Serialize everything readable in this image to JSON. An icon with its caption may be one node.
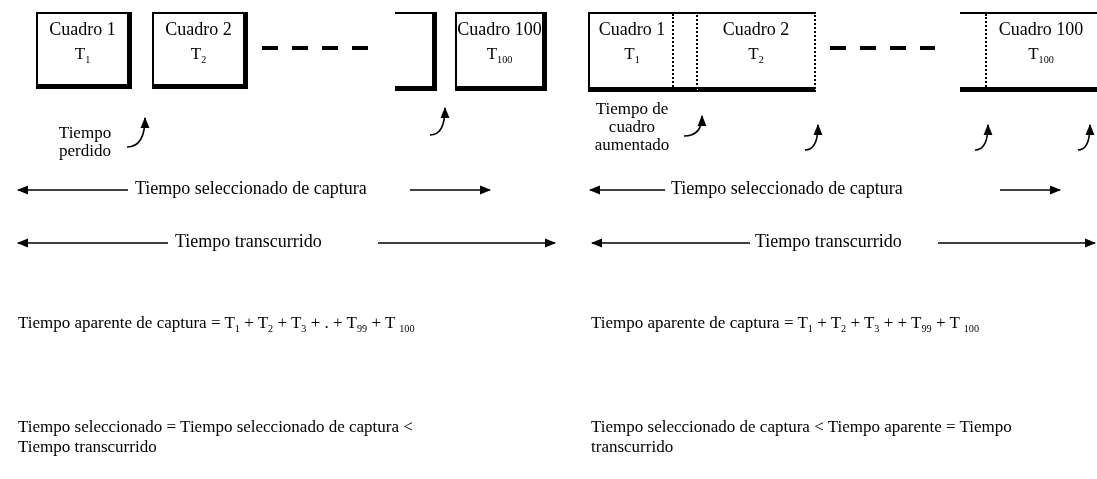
{
  "diagram": {
    "nodes": [
      {
        "text": [
          "Cuadro 1",
          "T$_{1}$"
        ]
      },
      {
        "text": [
          "Cuadro 2",
          "T$_{2}$"
        ]
      },
      {
        "text": [],
        "shape": "box"
      },
      {
        "text": [
          "Cuadro 100",
          "T$_{100}$"
        ]
      },
      {
        "text": [
          "Cuadro 1",
          "T$_{1}$"
        ]
      },
      {
        "text": [
          "Cuadro 2",
          "T$_{2}$"
        ]
      },
      {
        "text": [
          "Cuadro 100",
          "T$_{100}$"
        ]
      },
      {
        "text": [
          "Tiempo perdido"
        ]
      },
      {
        "text": [
          "Tiempo de cuadro aumentado"
        ]
      }
    ],
    "edges": [
      {
        "from": 7,
        "to": null,
        "arrow": "to"
      },
      {
        "from": 8,
        "to": null,
        "arrow": "to"
      }
    ],
    "labels": [
      "Tiempo seleccionado de captura",
      "Tiempo seleccionado de captura",
      "Tiempo transcurrido",
      "Tiempo transcurrido",
      "Tiempo aparente de captura = T$_{1}$ + T$_{2}$ + T$_{3}$ + . + T$_{99}$ + T $_{100}$",
      "Tiempo aparente de captura = T$_{1}$ + T$_{2}$ + T$_{3}$ + + T$_{99}$ + T $_{100}$",
      "Tiempo seleccionado = Tiempo seleccionado de captura < Tiempo transcurrido",
      "Tiempo seleccionado de captura < Tiempo aparente = Tiempo transcurrido"
    ]
  }
}
